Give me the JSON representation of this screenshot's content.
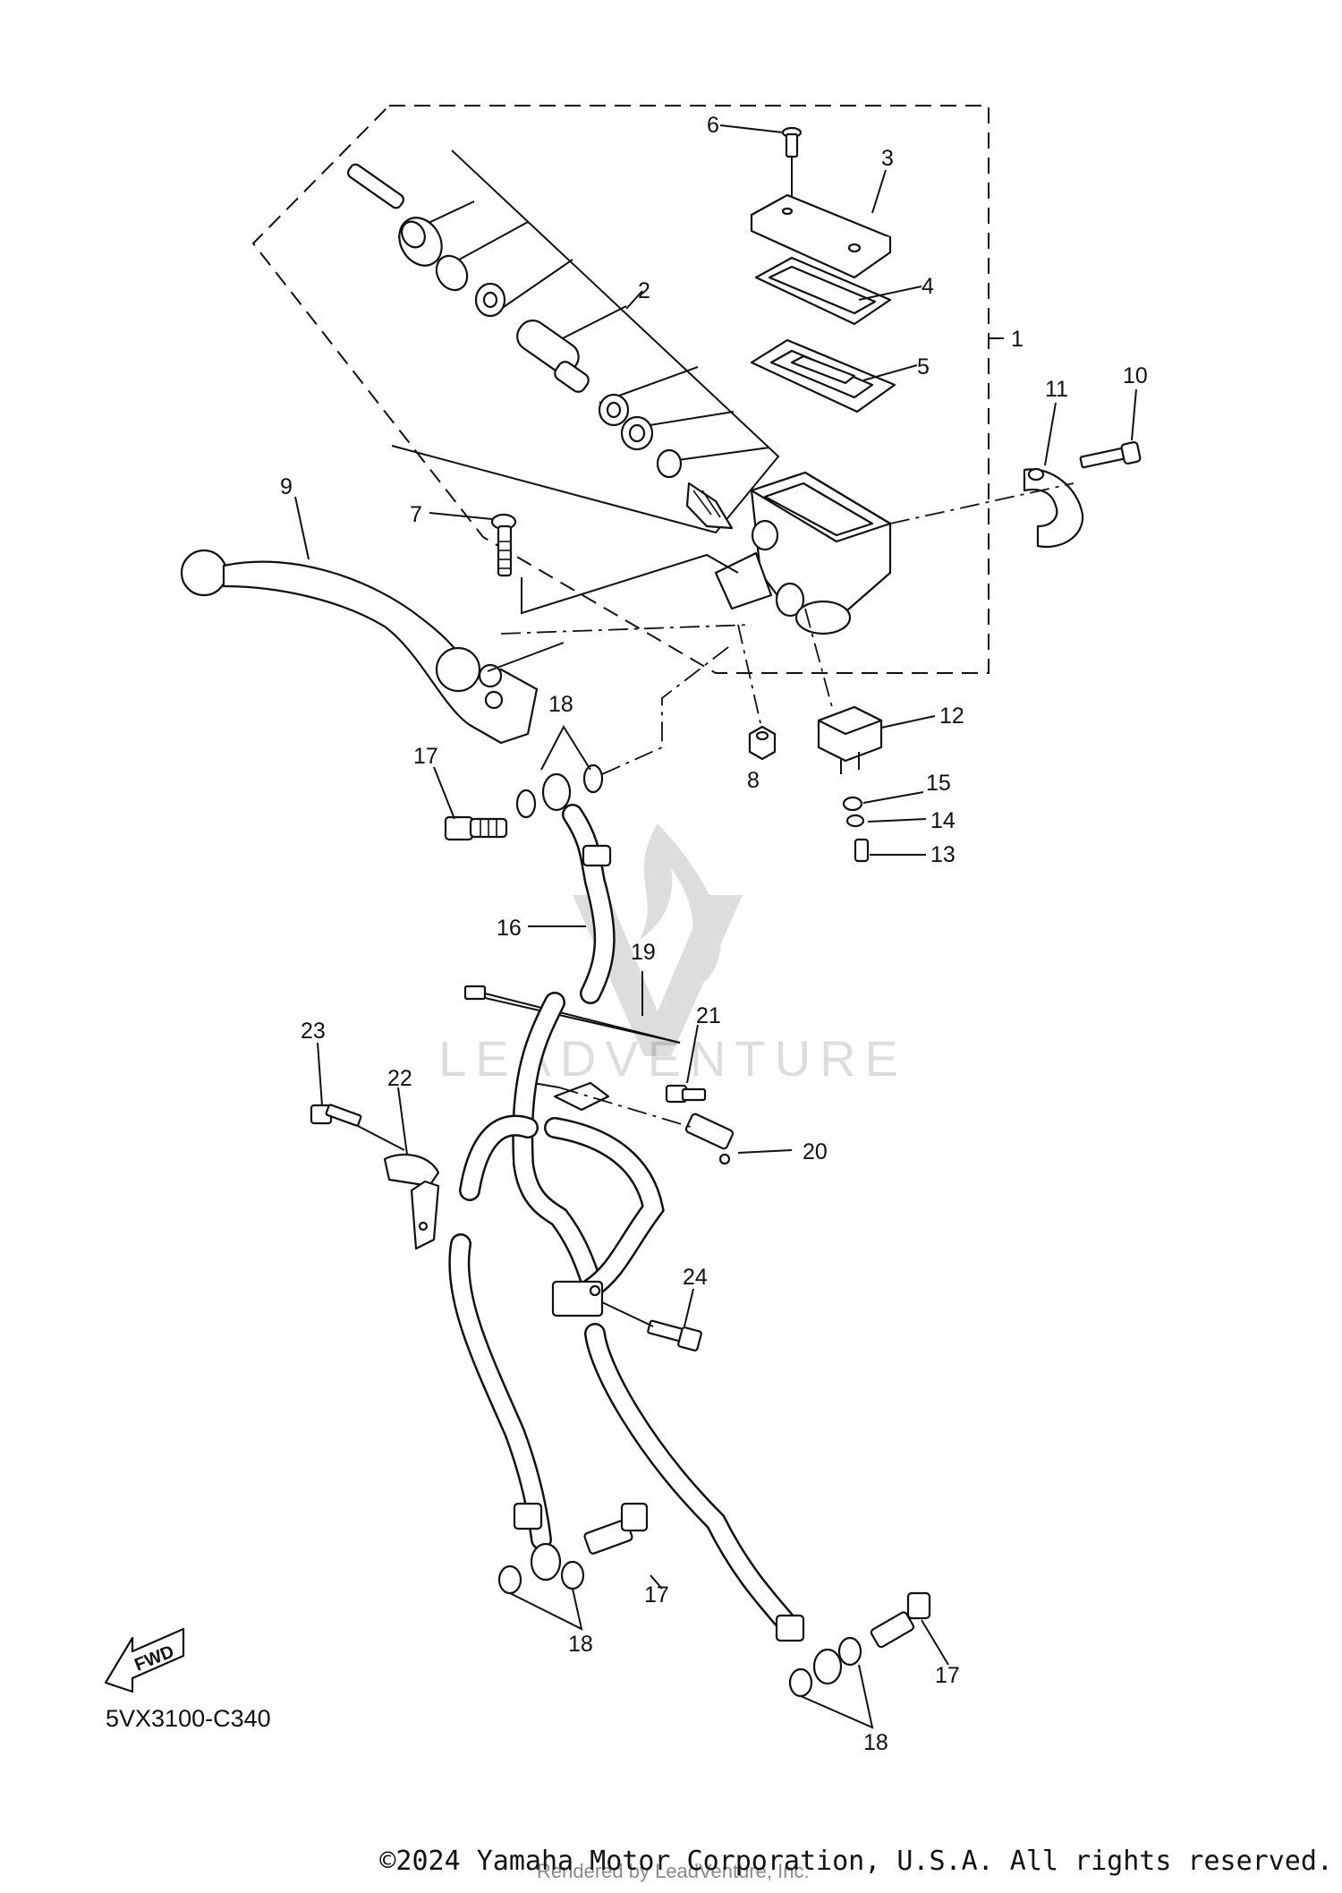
{
  "diagram": {
    "code": "5VX3100-C340",
    "fwd_label": "FWD",
    "watermark": "LEADVENTURE",
    "copyright": "©2024 Yamaha Motor Corporation, U.S.A. All rights reserved.",
    "rendered_by": "Rendered by LeadVenture, Inc."
  },
  "callouts": {
    "c1": "1",
    "c2": "2",
    "c3": "3",
    "c4": "4",
    "c5": "5",
    "c6": "6",
    "c7": "7",
    "c8": "8",
    "c9": "9",
    "c10": "10",
    "c11": "11",
    "c12": "12",
    "c13": "13",
    "c14": "14",
    "c15": "15",
    "c16": "16",
    "c17a": "17",
    "c17b": "17",
    "c17c": "17",
    "c18a": "18",
    "c18b": "18",
    "c18c": "18",
    "c19": "19",
    "c20": "20",
    "c21": "21",
    "c22": "22",
    "c23": "23",
    "c24": "24"
  }
}
